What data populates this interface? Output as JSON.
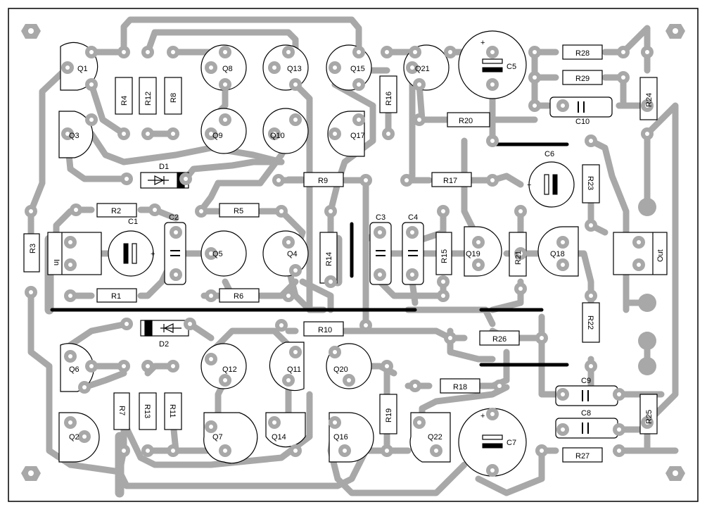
{
  "colors": {
    "trace": "#a8a8a8",
    "pad": "#a8a8a8",
    "hole": "#ffffff",
    "jumper": "#000000",
    "outline": "#000000",
    "background": "#ffffff"
  },
  "connectors": {
    "input_label": "In",
    "output_label": "Out"
  },
  "transistors": [
    "Q1",
    "Q2",
    "Q3",
    "Q4",
    "Q5",
    "Q6",
    "Q7",
    "Q8",
    "Q9",
    "Q10",
    "Q11",
    "Q12",
    "Q13",
    "Q14",
    "Q15",
    "Q16",
    "Q17",
    "Q18",
    "Q19",
    "Q20",
    "Q21",
    "Q22"
  ],
  "resistors": [
    "R1",
    "R2",
    "R3",
    "R4",
    "R5",
    "R6",
    "R7",
    "R8",
    "R9",
    "R10",
    "R11",
    "R12",
    "R13",
    "R14",
    "R15",
    "R16",
    "R17",
    "R18",
    "R19",
    "R20",
    "R21",
    "R22",
    "R23",
    "R24",
    "R25",
    "R26",
    "R27",
    "R28",
    "R29"
  ],
  "capacitors": [
    "C1",
    "C2",
    "C3",
    "C4",
    "C5",
    "C6",
    "C7",
    "C8",
    "C9",
    "C10"
  ],
  "diodes": [
    "D1",
    "D2"
  ],
  "polarity_mark": "+"
}
